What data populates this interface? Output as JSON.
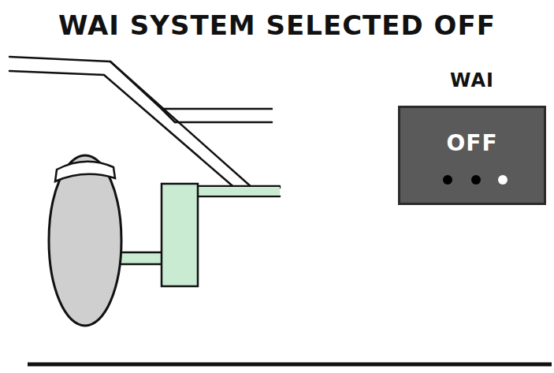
{
  "diagram": {
    "title": "WAI SYSTEM SELECTED OFF",
    "nodes": [
      {
        "text": [
          "WAI",
          "OFF"
        ]
      }
    ]
  }
}
